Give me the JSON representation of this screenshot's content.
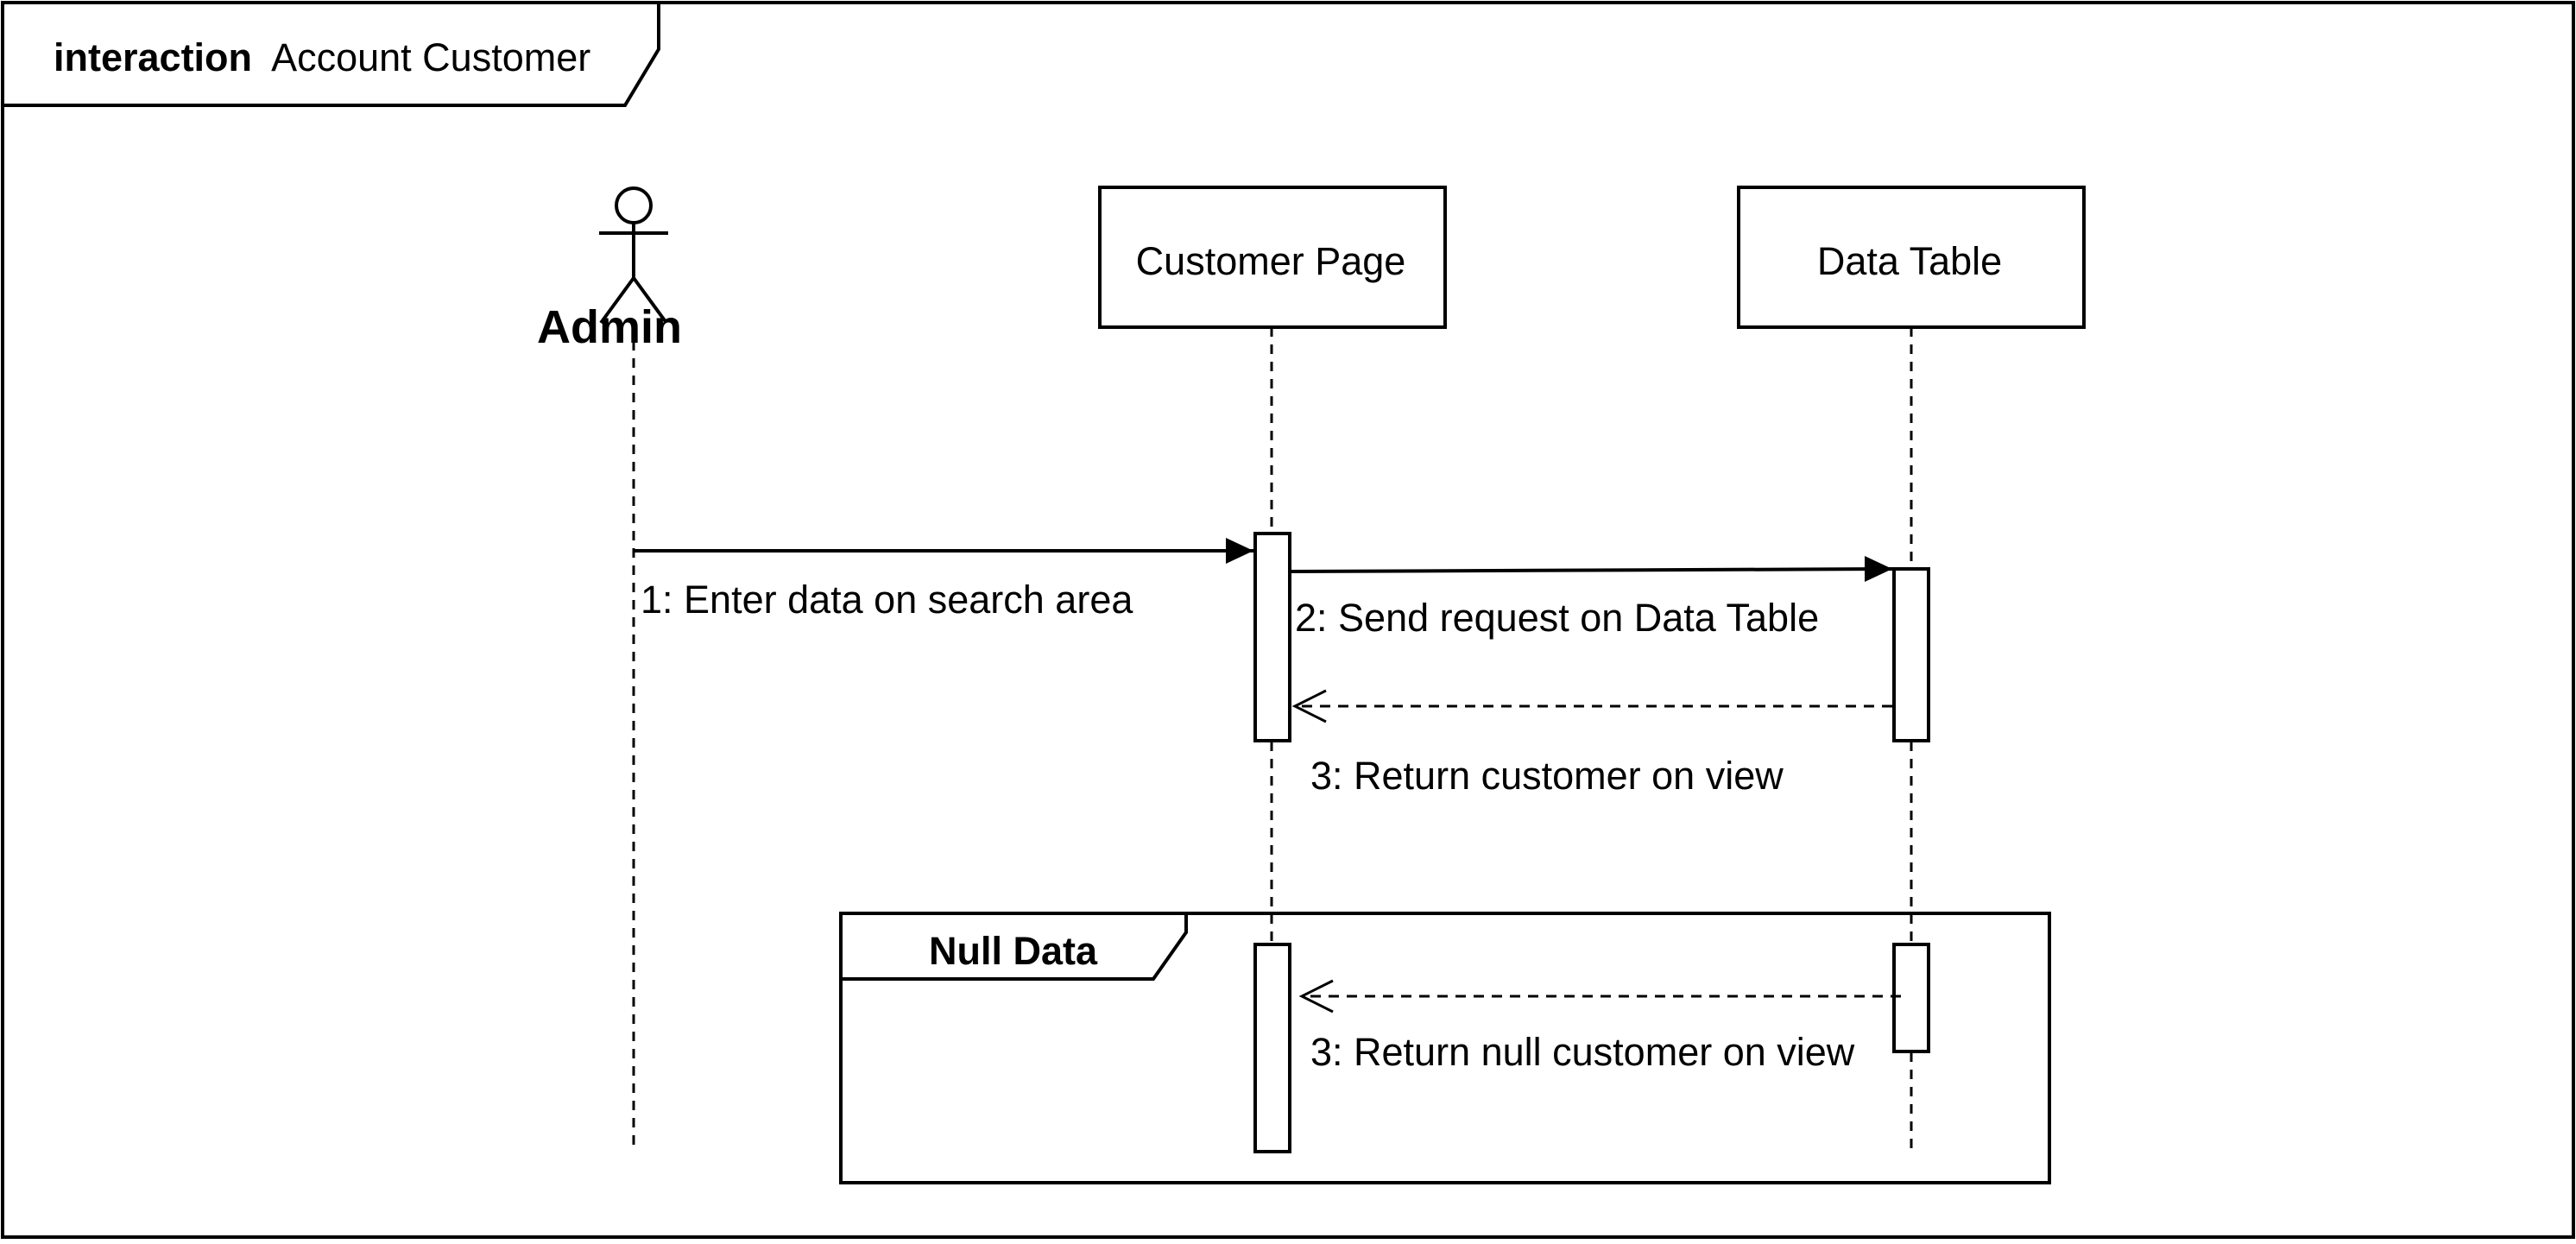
{
  "frame": {
    "keyword": "interaction",
    "name": "Account Customer"
  },
  "lifelines": {
    "actor": {
      "label": "Admin",
      "icon": "stick-figure-actor"
    },
    "customer_page": {
      "label": "Customer Page"
    },
    "data_table": {
      "label": "Data Table"
    }
  },
  "messages": [
    {
      "label": "1: Enter data on search area",
      "style": "sync"
    },
    {
      "label": "2: Send request on Data Table",
      "style": "sync"
    },
    {
      "label": "3: Return customer on view",
      "style": "return"
    },
    {
      "label": "3: Return null customer on view",
      "style": "return"
    }
  ],
  "fragment": {
    "label": "Null Data"
  },
  "colors": {
    "stroke": "#000000",
    "background": "#ffffff"
  }
}
